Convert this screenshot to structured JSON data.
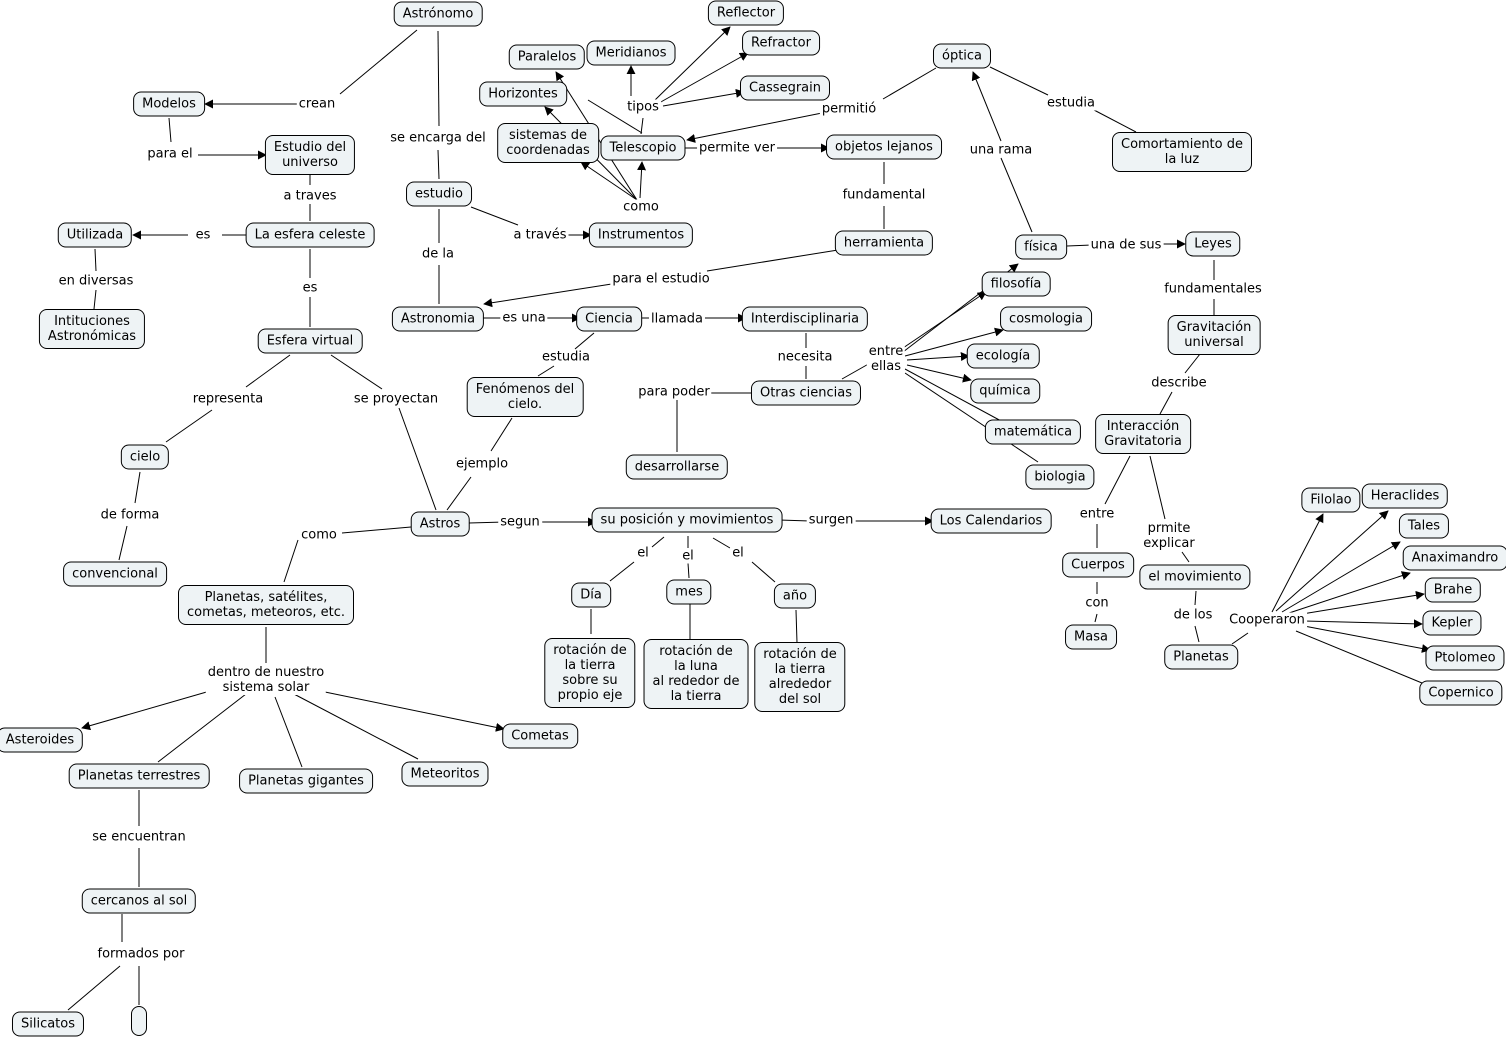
{
  "nodes": {
    "astronomo": "Astrónomo",
    "modelos": "Modelos",
    "estudio_universo": "Estudio del\nuniverso",
    "utilizada": "Utilizada",
    "esfera_celeste": "La esfera celeste",
    "intituciones": "Intituciones\nAstronómicas",
    "esfera_virtual": "Esfera virtual",
    "cielo": "cielo",
    "convencional": "convencional",
    "astros": "Astros",
    "planetas_sat": "Planetas, satélites,\ncometas, meteoros, etc.",
    "asteroides": "Asteroides",
    "cometas": "Cometas",
    "meteoritos": "Meteoritos",
    "planetas_gigantes": "Planetas gigantes",
    "planetas_terrestres": "Planetas terrestres",
    "cercanos_sol": "cercanos al sol",
    "silicatos": "Silicatos",
    "empty_node": "",
    "estudio": "estudio",
    "instrumentos": "Instrumentos",
    "astronomia": "Astronomia",
    "ciencia": "Ciencia",
    "fenomenos": "Fenómenos del\ncielo.",
    "interdisciplinaria": "Interdisciplinaria",
    "otras_ciencias": "Otras ciencias",
    "desarrollarse": "desarrollarse",
    "paralelos": "Paralelos",
    "meridianos": "Meridianos",
    "horizontes": "Horizontes",
    "sistemas_coord": "sistemas de\ncoordenadas",
    "telescopio": "Telescopio",
    "reflector": "Reflector",
    "refractor": "Refractor",
    "cassegrain": "Cassegrain",
    "objetos_lejanos": "objetos lejanos",
    "herramienta": "herramienta",
    "optica": "óptica",
    "comportamiento": "Comortamiento de\nla luz",
    "fisica": "física",
    "leyes": "Leyes",
    "gravitacion": "Gravitación\nuniversal",
    "interaccion": "Interacción\nGravitatoria",
    "cuerpos": "Cuerpos",
    "masa": "Masa",
    "movimiento": "el movimiento",
    "planetas": "Planetas",
    "filosofia": "filosofía",
    "cosmologia": "cosmologia",
    "ecologia": "ecología",
    "quimica": "química",
    "matematica": "matemática",
    "biologia": "biologia",
    "posicion": "su posición y movimientos",
    "calendarios": "Los Calendarios",
    "dia": "Día",
    "mes": "mes",
    "anio": "año",
    "rot_tierra": "rotación de\nla tierra\nsobre su\npropio eje",
    "rot_luna": "rotación de\nla luna\nal rededor de\nla tierra",
    "rot_sol": "rotación de\nla tierra\nalrededor\ndel sol",
    "filolao": "Filolao",
    "heraclides": "Heraclides",
    "tales": "Tales",
    "anaximandro": "Anaximandro",
    "brahe": "Brahe",
    "kepler": "Kepler",
    "ptolomeo": "Ptolomeo",
    "copernico": "Copernico"
  },
  "links": {
    "crean": "crean",
    "para_el": "para el",
    "a_traves": "a traves",
    "es1": "es",
    "en_diversas": "en diversas",
    "es2": "es",
    "representa": "representa",
    "se_proyectan": "se proyectan",
    "de_forma": "de forma",
    "ejemplo": "ejemplo",
    "como1": "como",
    "dentro": "dentro de nuestro\nsistema solar",
    "se_encuentran": "se encuentran",
    "formados_por": "formados por",
    "se_encarga": "se encarga del",
    "de_la": "de la",
    "a_traves2": "a través",
    "como2": "como",
    "tipos": "tipos",
    "permitio": "permitió",
    "permite_ver": "permite ver",
    "fundamental": "fundamental",
    "para_estudio": "para el estudio",
    "es_una": "es una",
    "llamada": "llamada",
    "estudia1": "estudia",
    "necesita": "necesita",
    "para_poder": "para poder",
    "entre_ellas": "entre\nellas",
    "una_rama": "una rama",
    "estudia2": "estudia",
    "una_de_sus": "una de sus",
    "fundamentales": "fundamentales",
    "describe": "describe",
    "entre": "entre",
    "con": "con",
    "prmite": "prmite\nexplicar",
    "de_los": "de los",
    "cooperaron": "Cooperaron",
    "segun": "segun",
    "surgen": "surgen",
    "el1": "el",
    "el2": "el",
    "el3": "el"
  }
}
